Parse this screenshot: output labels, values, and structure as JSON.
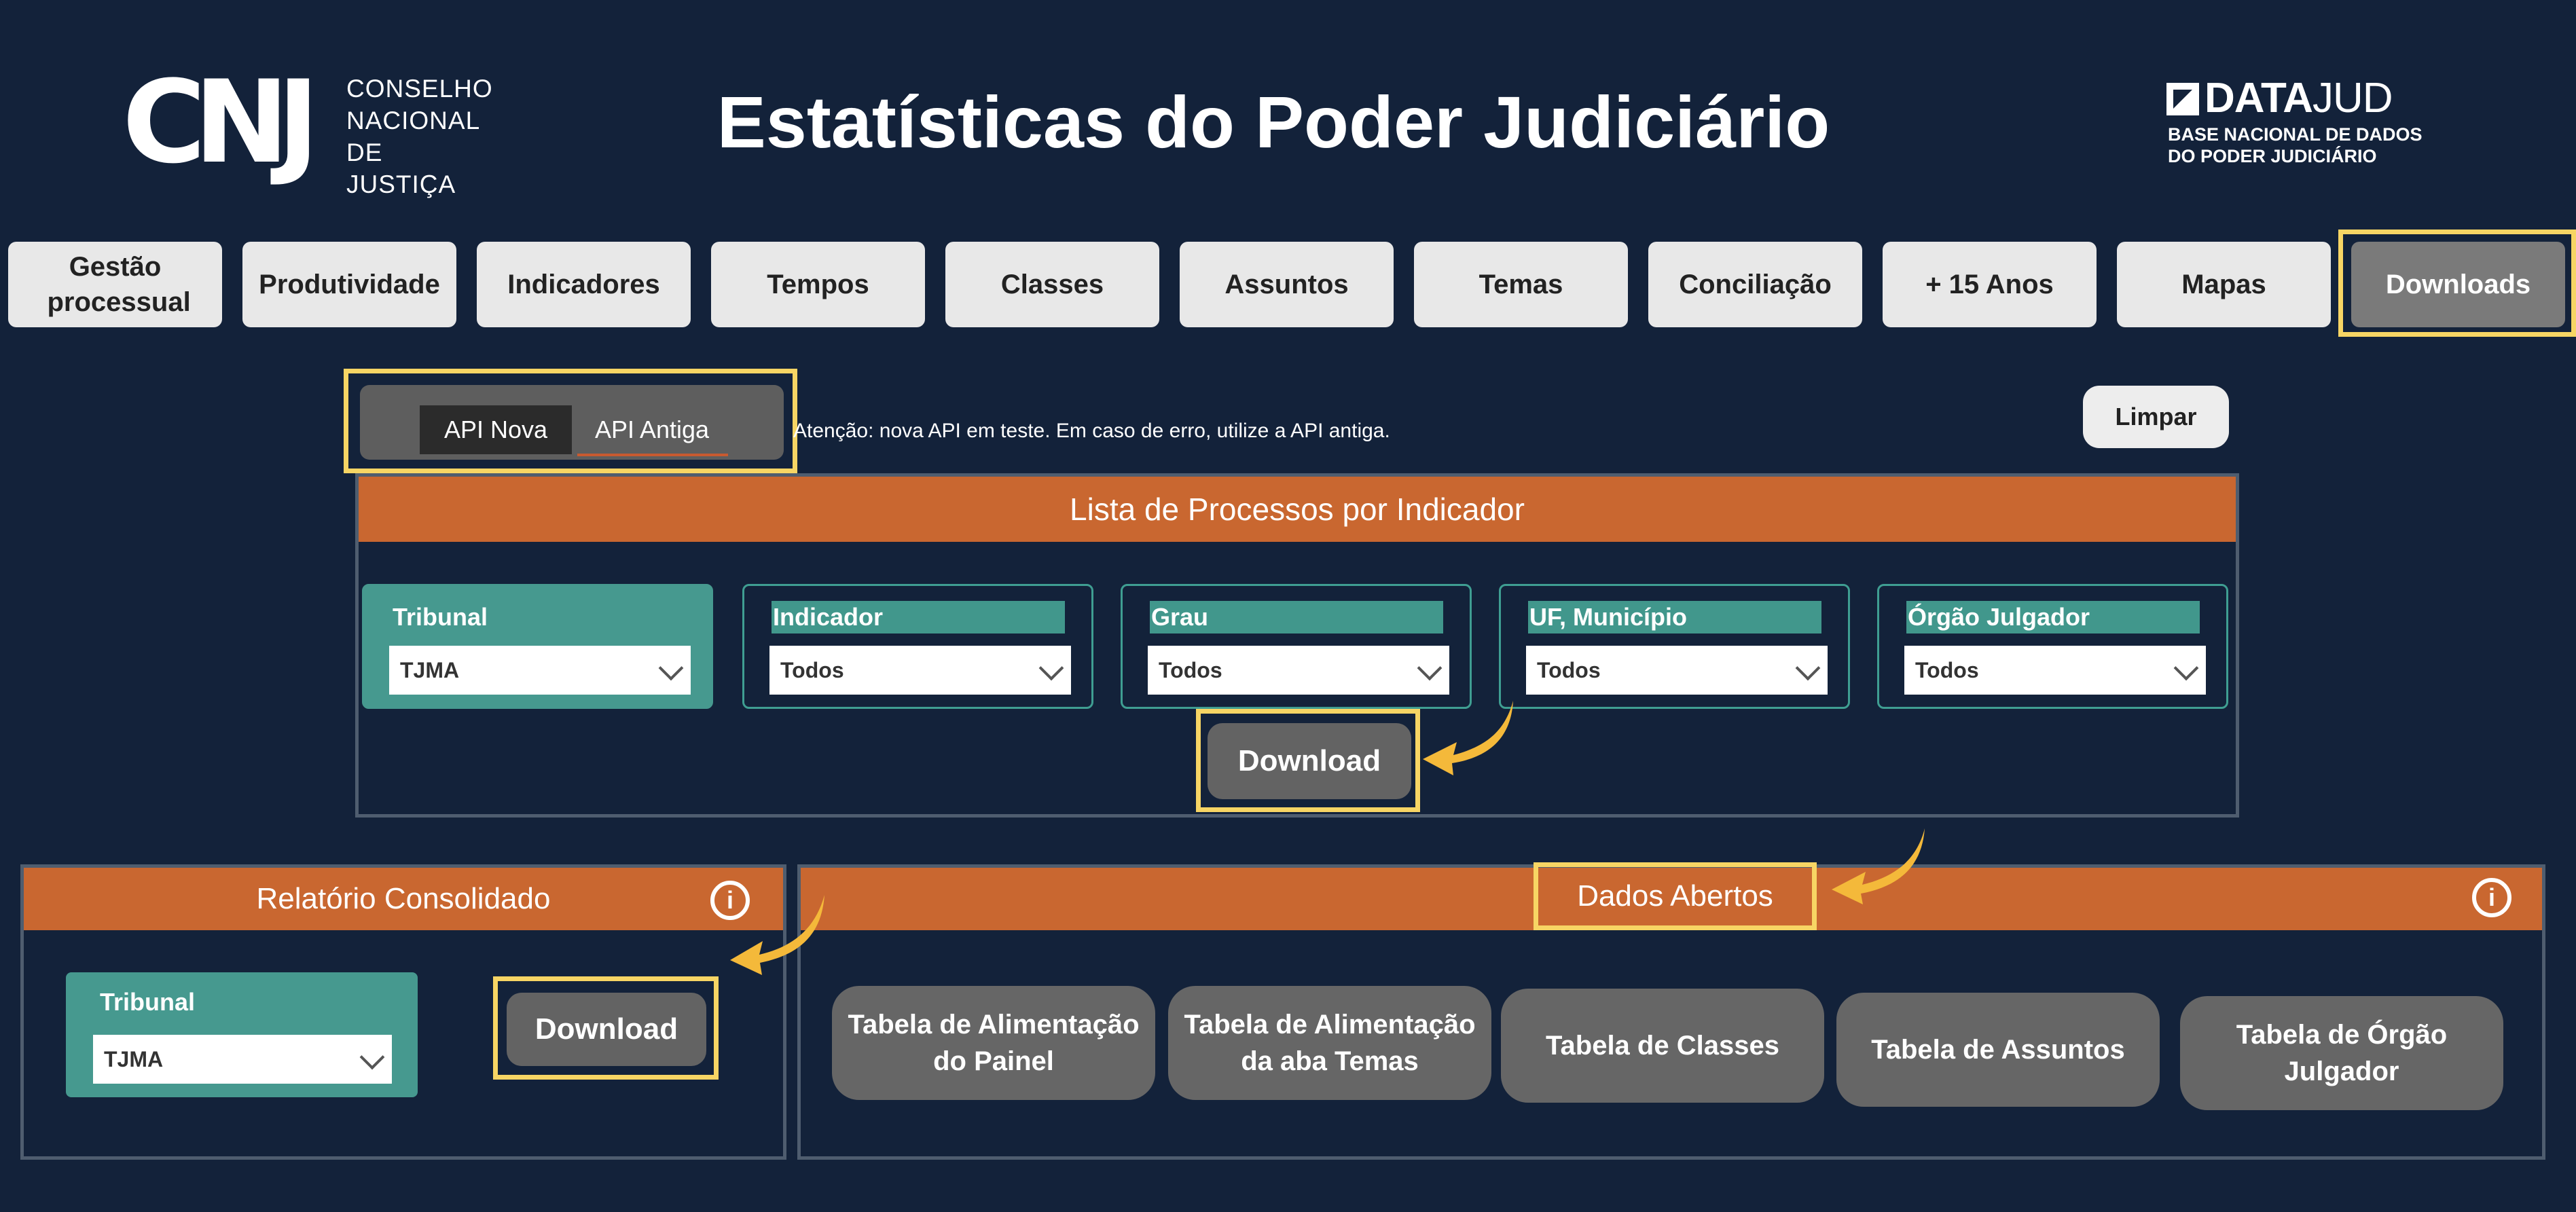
{
  "header": {
    "org_logo_text": "CNJ",
    "org_name_lines": [
      "CONSELHO",
      "NACIONAL",
      "DE JUSTIÇA"
    ],
    "title": "Estatísticas do Poder Judiciário",
    "datajud_bold": "DATA",
    "datajud_light": "JUD",
    "datajud_sub_lines": [
      "BASE NACIONAL DE DADOS",
      "DO PODER JUDICIÁRIO"
    ]
  },
  "tabs": [
    {
      "label": "Gestão processual"
    },
    {
      "label": "Produtividade"
    },
    {
      "label": "Indicadores"
    },
    {
      "label": "Tempos"
    },
    {
      "label": "Classes"
    },
    {
      "label": "Assuntos"
    },
    {
      "label": "Temas"
    },
    {
      "label": "Conciliação"
    },
    {
      "label": "+ 15 Anos"
    },
    {
      "label": "Mapas"
    },
    {
      "label": "Downloads"
    }
  ],
  "api_toggle": {
    "nova": "API Nova",
    "antiga": "API Antiga",
    "note": "Atenção: nova API em teste. Em caso de erro, utilize a API antiga."
  },
  "clear_button": "Limpar",
  "list_section": {
    "title": "Lista de Processos por Indicador",
    "filters": [
      {
        "label": "Tribunal",
        "value": "TJMA"
      },
      {
        "label": "Indicador",
        "value": "Todos"
      },
      {
        "label": "Grau",
        "value": "Todos"
      },
      {
        "label": "UF, Município",
        "value": "Todos"
      },
      {
        "label": "Órgão Julgador",
        "value": "Todos"
      }
    ],
    "download": "Download"
  },
  "report_section": {
    "title": "Relatório Consolidado",
    "info": "i",
    "filter_label": "Tribunal",
    "filter_value": "TJMA",
    "download": "Download"
  },
  "open_data_section": {
    "title": "Dados Abertos",
    "info": "i",
    "buttons": [
      {
        "line1": "Tabela de Alimentação",
        "line2": "do Painel"
      },
      {
        "line1": "Tabela de Alimentação",
        "line2": "da aba Temas"
      },
      {
        "line1": "Tabela de Classes",
        "line2": ""
      },
      {
        "line1": "Tabela de Assuntos",
        "line2": ""
      },
      {
        "line1": "Tabela de Órgão",
        "line2": "Julgador"
      }
    ]
  },
  "colors": {
    "background": "#13223a",
    "section_header": "#c96730",
    "highlight": "#f7d564",
    "filter_teal": "#46998f",
    "button_gray": "#636363",
    "tab_light": "#e8e8e8"
  }
}
